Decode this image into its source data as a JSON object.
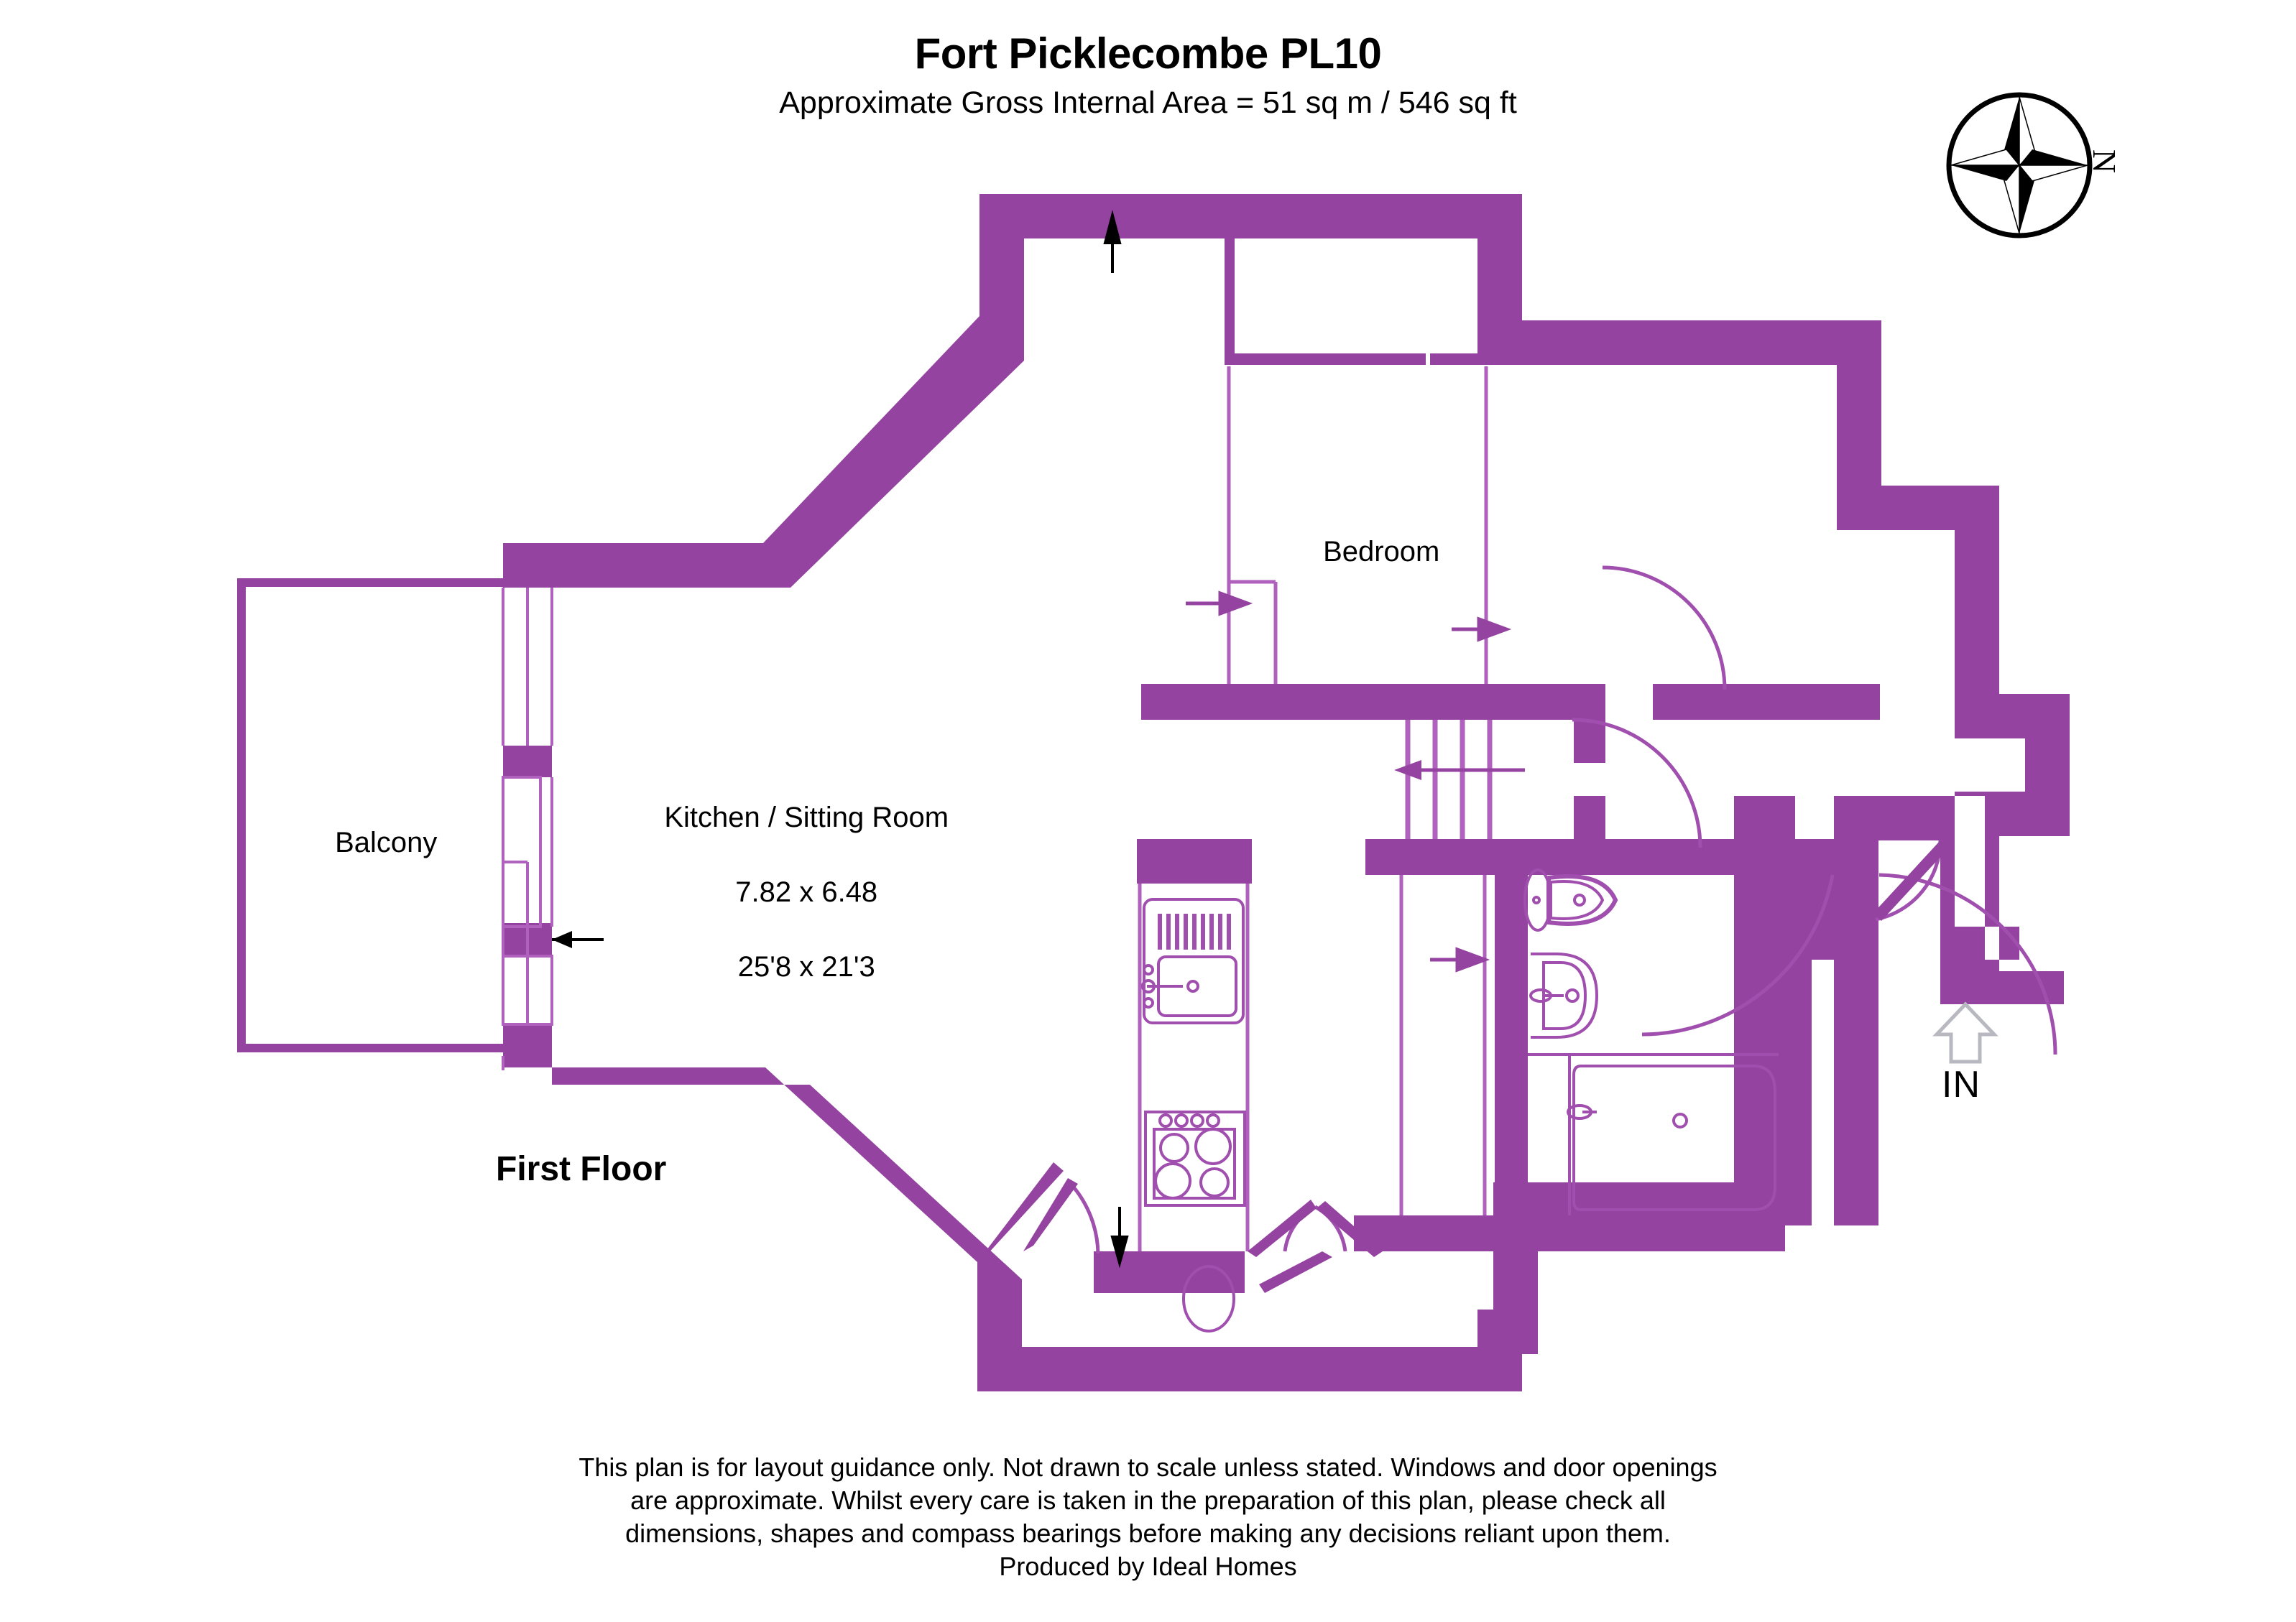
{
  "header": {
    "title": "Fort Picklecombe PL10",
    "subtitle": "Approximate Gross Internal Area = 51 sq m / 546 sq ft"
  },
  "floor": {
    "label": "First Floor"
  },
  "compass": {
    "north_letter": "N"
  },
  "entrance": {
    "label": "IN"
  },
  "rooms": [
    {
      "id": "kitchen-sitting-room",
      "name": "Kitchen / Sitting Room",
      "dim_metric": "7.82 x 6.48",
      "dim_imperial": "25'8 x 21'3"
    },
    {
      "id": "bedroom",
      "name": "Bedroom",
      "dim_metric": "",
      "dim_imperial": ""
    },
    {
      "id": "balcony",
      "name": "Balcony",
      "dim_metric": "",
      "dim_imperial": ""
    }
  ],
  "fixtures": [
    {
      "id": "kitchen-sink",
      "name": "Sink with drainer"
    },
    {
      "id": "kitchen-hob",
      "name": "Four ring hob"
    },
    {
      "id": "bathroom-wc",
      "name": "WC / toilet"
    },
    {
      "id": "bathroom-basin",
      "name": "Wash basin"
    },
    {
      "id": "bathroom-bath",
      "name": "Bath"
    },
    {
      "id": "stairs",
      "name": "Staircase"
    },
    {
      "id": "round-table",
      "name": "Round table"
    }
  ],
  "colors": {
    "wall": "#9543A0",
    "thin_line": "#A04FAE",
    "text": "#000000",
    "background": "#FFFFFF"
  },
  "footer": {
    "lines": [
      "This plan is for layout guidance only. Not drawn to scale unless stated. Windows and door openings",
      "are approximate. Whilst every care is taken in the preparation of this plan, please check all",
      "dimensions, shapes and compass bearings before making any decisions reliant upon them.",
      "Produced by Ideal Homes"
    ]
  }
}
